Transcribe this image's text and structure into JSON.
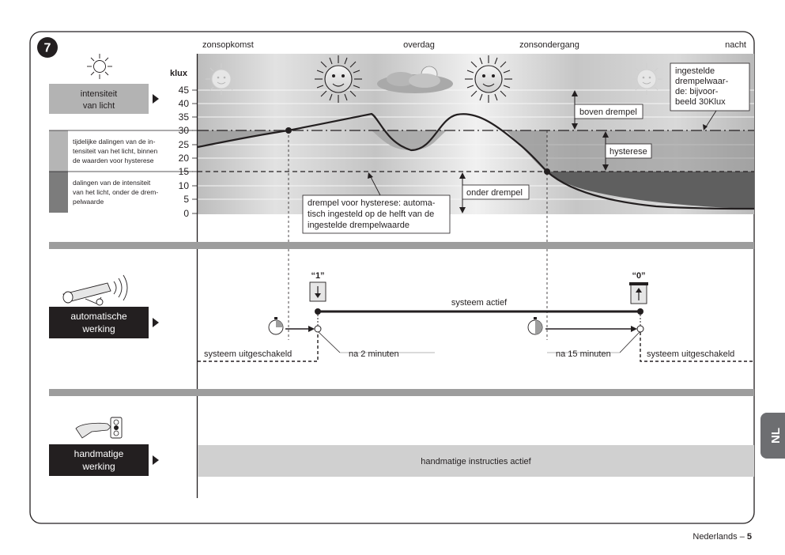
{
  "figure": {
    "number": "7",
    "time_labels": [
      "zonsopkomst",
      "overdag",
      "zonsondergang",
      "nacht"
    ]
  },
  "light": {
    "label_line1": "intensiteit",
    "label_line2": "van licht",
    "unit": "klux",
    "y_ticks": [
      "45",
      "40",
      "35",
      "30",
      "25",
      "20",
      "15",
      "10",
      "5",
      "0"
    ]
  },
  "legend": {
    "temporary_lines": [
      "tijdelijke dalingen van de in-",
      "tensiteit van het licht, binnen",
      "de waarden voor hysterese"
    ],
    "below_lines": [
      "dalingen van de intensiteit",
      "van het licht, onder de drem-",
      "pelwaarde"
    ]
  },
  "annotations": {
    "set_threshold": [
      "ingestelde",
      "drempelwaar-",
      "de: bijvoor-",
      "beeld 30Klux"
    ],
    "above_threshold": "boven drempel",
    "hysteresis": "hysterese",
    "below_threshold": "onder drempel",
    "hysteresis_threshold": [
      "drempel voor hysterese: automa-",
      "tisch ingesteld op de helft van de",
      "ingestelde drempelwaarde"
    ]
  },
  "auto": {
    "label_line1": "automatische",
    "label_line2": "werking",
    "cmd_on": "“1”",
    "cmd_off": "“0”",
    "active": "systeem actief",
    "disabled": "systeem uitgeschakeld",
    "delay_on": "na 2 minuten",
    "delay_off": "na 15 minuten"
  },
  "manual": {
    "label_line1": "handmatige",
    "label_line2": "werking",
    "active": "handmatige instructies actief"
  },
  "side_tab": "NL",
  "footer": {
    "language": "Nederlands – ",
    "page": "5"
  },
  "colors": {
    "dark_panel": "#231f20",
    "label_box": "#b3b3b3",
    "legend_light": "#b5b5b5",
    "legend_dark": "#7c7c7c",
    "divider": "#9d9d9d",
    "tab": "#6d6e71"
  }
}
